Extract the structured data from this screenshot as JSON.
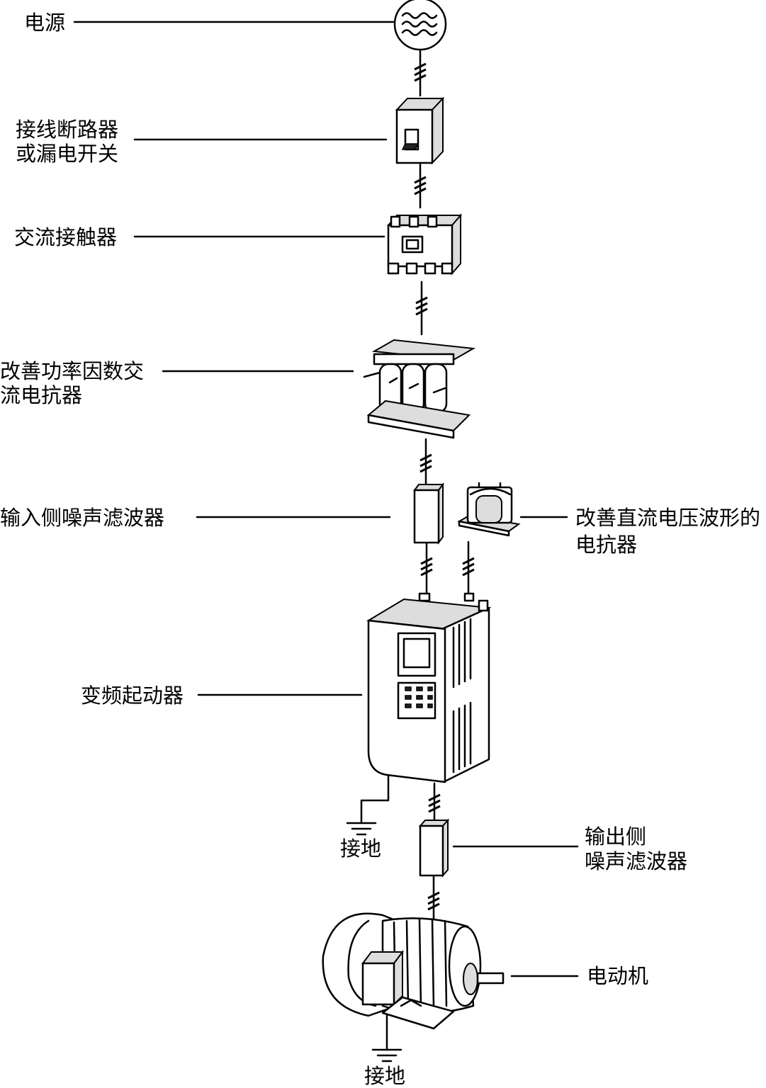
{
  "labels": {
    "power_source": "电源",
    "breaker_line1": "接线断路器",
    "breaker_line2": "或漏电开关",
    "ac_contactor": "交流接触器",
    "ac_reactor_line1": "改善功率因数交",
    "ac_reactor_line2": "流电抗器",
    "input_filter": "输入侧噪声滤波器",
    "dc_reactor_line1": "改善直流电压波形的",
    "dc_reactor_line2": "电抗器",
    "inverter": "变频起动器",
    "ground_inverter": "接地",
    "output_filter_line1": "输出侧",
    "output_filter_line2": "噪声滤波器",
    "motor": "电动机",
    "ground_motor": "接地"
  }
}
